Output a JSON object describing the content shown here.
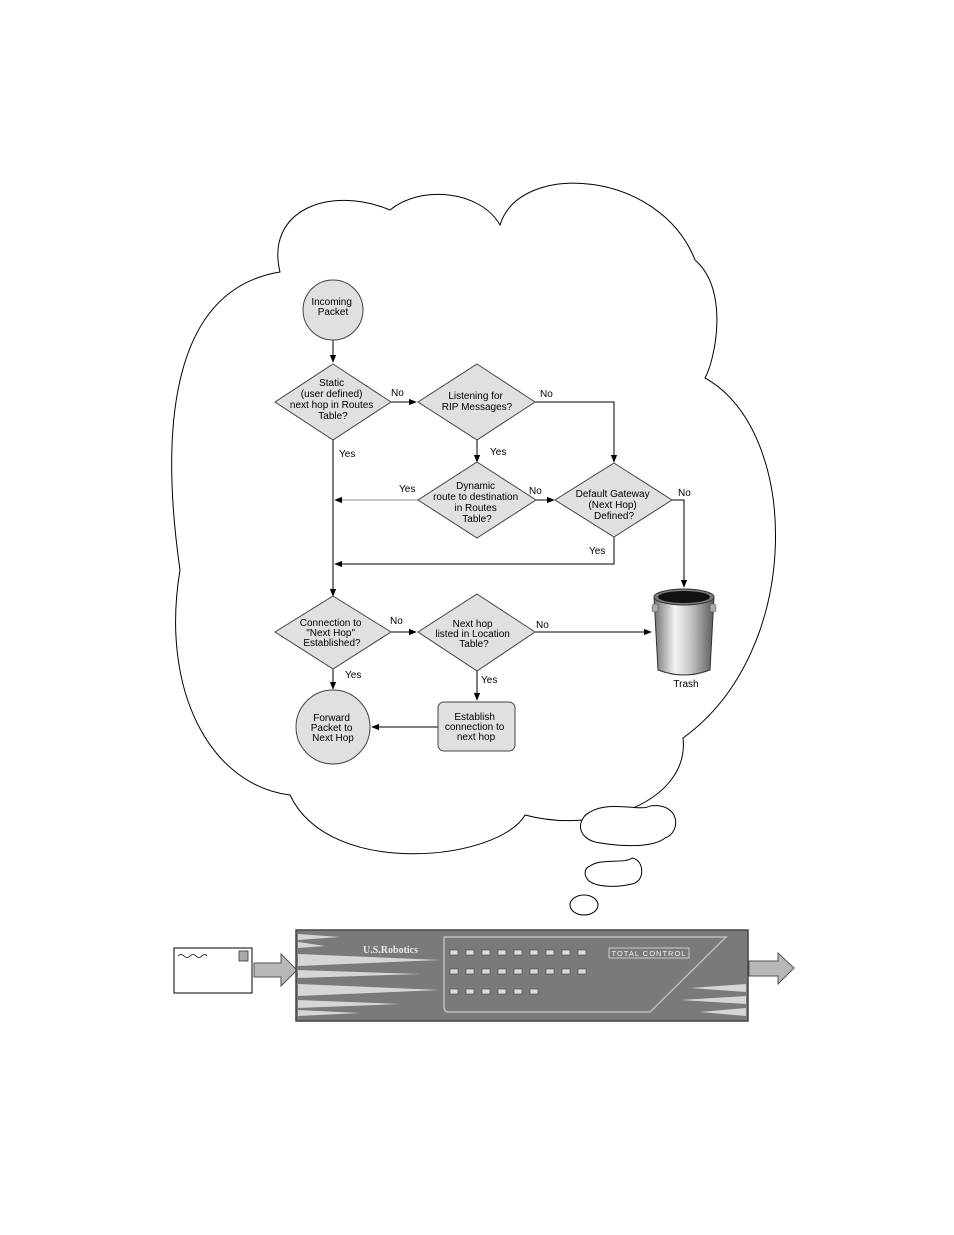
{
  "nodes": {
    "incoming": [
      "Incoming",
      "Packet"
    ],
    "static": [
      "Static",
      "(user defined)",
      "next hop in Routes",
      "Table?"
    ],
    "rip": [
      "Listening for",
      "RIP Messages?"
    ],
    "dynamic": [
      "Dynamic",
      "route to destination",
      "in Routes",
      "Table?"
    ],
    "gateway": [
      "Default Gateway",
      "(Next Hop)",
      "Defined?"
    ],
    "connection": [
      "Connection to",
      "\"Next Hop\"",
      "Established?"
    ],
    "nexthop": [
      "Next hop",
      "listed in Location",
      "Table?"
    ],
    "establish": [
      "Establish",
      "connection to",
      "next hop"
    ],
    "forward": [
      "Forward",
      "Packet to",
      "Next Hop"
    ],
    "trash": "Trash"
  },
  "edge_labels": {
    "static_no": "No",
    "static_yes": "Yes",
    "rip_no": "No",
    "rip_yes": "Yes",
    "dynamic_yes": "Yes",
    "dynamic_no": "No",
    "gateway_no": "No",
    "gateway_yes": "Yes",
    "connection_no": "No",
    "connection_yes": "Yes",
    "nexthop_no": "No",
    "nexthop_yes": "Yes"
  },
  "device": {
    "brand": "U.S.Robotics",
    "product": "TOTAL CONTROL"
  },
  "colors": {
    "node_fill": "#e0e0e0",
    "device_body": "#7a7a7a",
    "arrow_fill": "#b8b8b8"
  }
}
